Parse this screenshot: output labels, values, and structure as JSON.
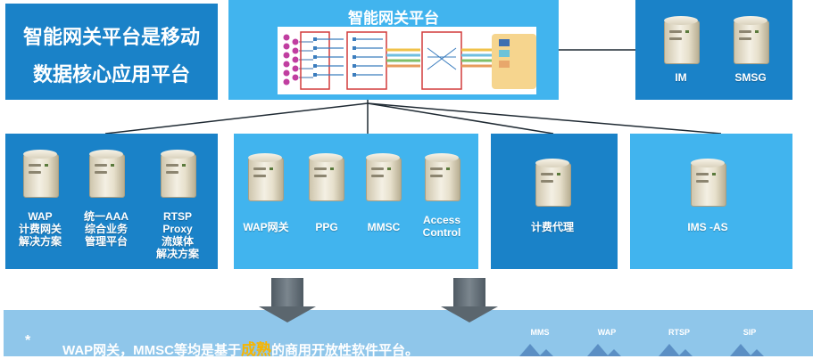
{
  "intro": {
    "line1": "智能网关平台是移动",
    "line2": "数据核心应用平台"
  },
  "platform": {
    "title": "智能网关平台"
  },
  "im_box": {
    "servers": [
      "IM",
      "SMSG"
    ]
  },
  "box1": {
    "servers": [
      "WAP\n计费网关\n解决方案",
      "统一AAA\n综合业务\n管理平台",
      "RTSP\nProxy\n流媒体\n解决方案"
    ]
  },
  "box2": {
    "servers": [
      "WAP网关",
      "PPG",
      "MMSC",
      "Access\nControl"
    ]
  },
  "box3": {
    "servers": [
      "计费代理"
    ]
  },
  "box4": {
    "servers": [
      "IMS -AS"
    ]
  },
  "bottom": {
    "bullet": "*",
    "text_before": "WAP网关，MMSC等均是基于",
    "text_highlight": "成熟",
    "text_after": "的商用开放性软件平台。",
    "protocols": [
      "MMS",
      "WAP",
      "RTSP",
      "SIP"
    ]
  },
  "colors": {
    "dark_blue": "#1a82c8",
    "light_blue": "#41b4ee",
    "bottom": "#8fc6ea",
    "highlight": "#f7b500"
  }
}
